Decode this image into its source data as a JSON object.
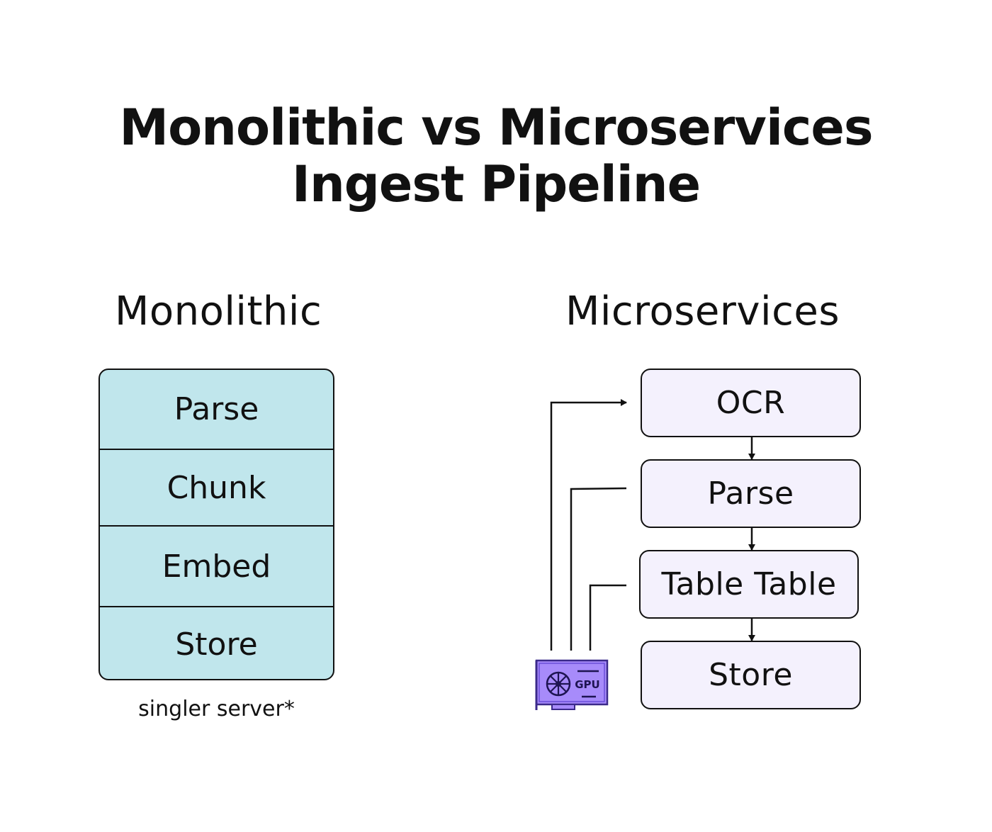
{
  "title": {
    "line1": "Monolithic vs Microservices",
    "line2": "Ingest Pipeline"
  },
  "monolithic": {
    "heading": "Monolithic",
    "layers": [
      "Parse",
      "Chunk",
      "Embed",
      "Store"
    ],
    "footnote": "singler server*",
    "color": "#c0e6ec"
  },
  "microservices": {
    "heading": "Microservices",
    "services": [
      "OCR",
      "Parse",
      "Table Table",
      "Store"
    ],
    "color": "#f4f1fd",
    "gpu": {
      "icon": "gpu-card-icon",
      "label": "GPU",
      "color": "#a78bfa"
    }
  }
}
